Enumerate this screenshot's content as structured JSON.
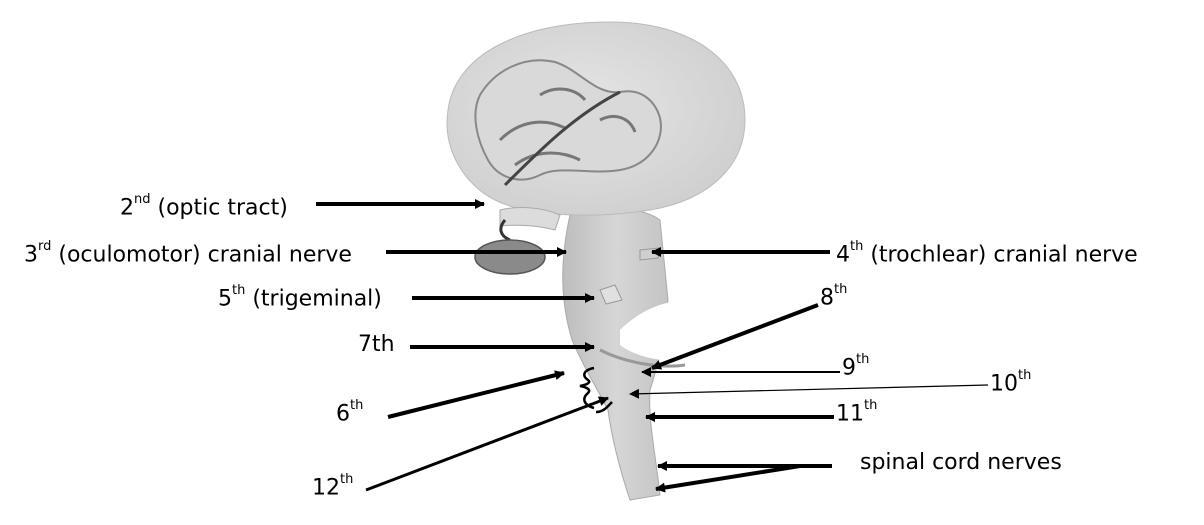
{
  "labels": {
    "optic": {
      "num": "2",
      "suffix": "nd",
      "text": " (optic tract)"
    },
    "oculomotor": {
      "num": "3",
      "suffix": "rd",
      "text": " (oculomotor) cranial nerve"
    },
    "trochlear": {
      "num": "4",
      "suffix": "th",
      "text": " (trochlear) cranial nerve"
    },
    "trigeminal": {
      "num": "5",
      "suffix": "th",
      "text": " (trigeminal)"
    },
    "seventh": {
      "text": "7th"
    },
    "eighth": {
      "num": "8",
      "suffix": "th"
    },
    "ninth": {
      "num": "9",
      "suffix": "th"
    },
    "tenth": {
      "num": "10",
      "suffix": "th"
    },
    "sixth": {
      "num": "6",
      "suffix": "th"
    },
    "eleventh": {
      "num": "11",
      "suffix": "th"
    },
    "twelfth": {
      "num": "12",
      "suffix": "th"
    },
    "spinal": {
      "text": "spinal cord nerves"
    }
  }
}
